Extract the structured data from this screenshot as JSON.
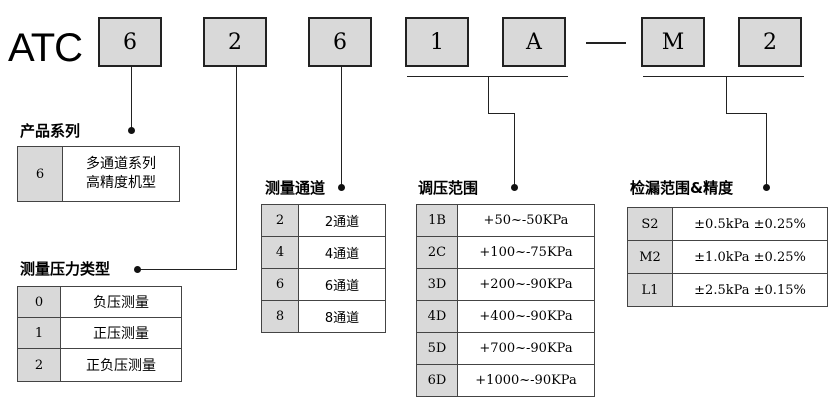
{
  "model": {
    "prefix": "ATC",
    "codes": [
      "6",
      "2",
      "6",
      "1",
      "A",
      "M",
      "2"
    ]
  },
  "product_series": {
    "title": "产品系列",
    "rows": [
      {
        "code": "6",
        "desc_line1": "多通道系列",
        "desc_line2": "高精度机型"
      }
    ]
  },
  "measure_type": {
    "title": "测量压力类型",
    "rows": [
      {
        "code": "0",
        "desc": "负压测量"
      },
      {
        "code": "1",
        "desc": "正压测量"
      },
      {
        "code": "2",
        "desc": "正负压测量"
      }
    ]
  },
  "channels": {
    "title": "测量通道",
    "rows": [
      {
        "code": "2",
        "desc": "2通道"
      },
      {
        "code": "4",
        "desc": "4通道"
      },
      {
        "code": "6",
        "desc": "6通道"
      },
      {
        "code": "8",
        "desc": "8通道"
      }
    ]
  },
  "range": {
    "title": "调压范围",
    "rows": [
      {
        "code": "1B",
        "desc": "+50~-50KPa"
      },
      {
        "code": "2C",
        "desc": "+100~-75KPa"
      },
      {
        "code": "3D",
        "desc": "+200~-90KPa"
      },
      {
        "code": "4D",
        "desc": "+400~-90KPa"
      },
      {
        "code": "5D",
        "desc": "+700~-90KPa"
      },
      {
        "code": "6D",
        "desc": "+1000~-90KPa"
      }
    ]
  },
  "leak": {
    "title": "检漏范围&精度",
    "rows": [
      {
        "code": "S2",
        "desc": "±0.5kPa ±0.25%"
      },
      {
        "code": "M2",
        "desc": "±1.0kPa ±0.25%"
      },
      {
        "code": "L1",
        "desc": "±2.5kPa ±0.15%"
      }
    ]
  }
}
